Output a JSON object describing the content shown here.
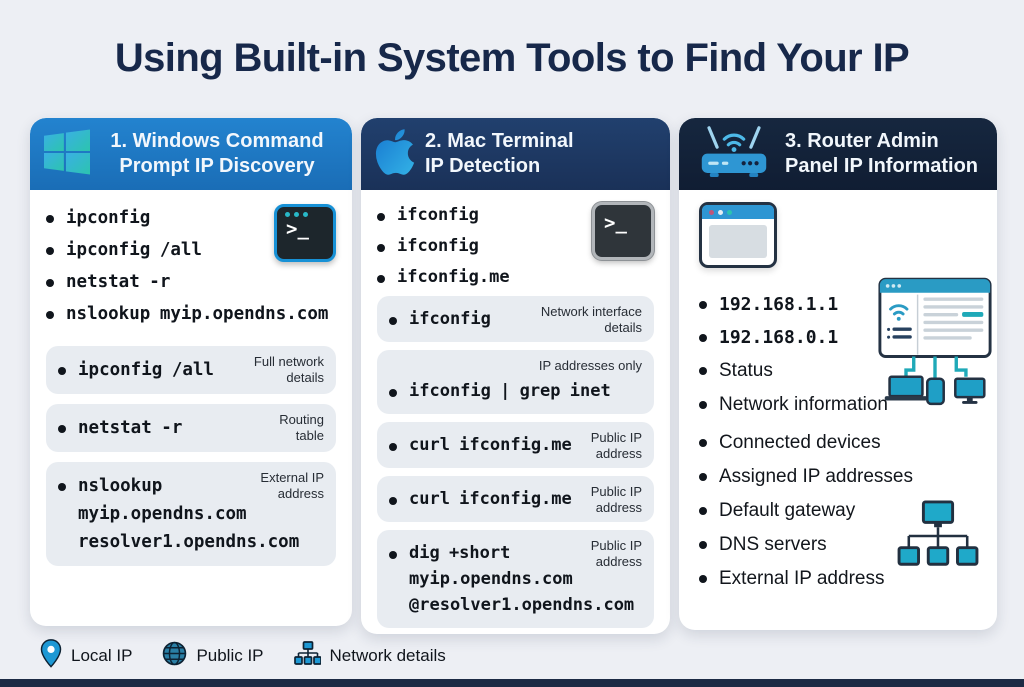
{
  "title": "Using Built-in System Tools to Find Your IP",
  "colors": {
    "page_background": "#edeff4",
    "title_color": "#17284a",
    "windows_header_blue": "#1e78c4",
    "mac_header_navy": "#1e3a66",
    "router_header_navy": "#14233f",
    "card_background": "#ffffff",
    "chip_background": "#e8ecf1",
    "accent_teal": "#1fa9c9",
    "accent_blue": "#1d98d4",
    "footer_bar_navy": "#1c2a44"
  },
  "windows": {
    "header_line1": "1. Windows Command",
    "header_line2": "Prompt IP Discovery",
    "terminal_glyph": ">_",
    "bullets": [
      "ipconfig",
      "ipconfig /all",
      "netstat -r",
      "nslookup myip.opendns.com"
    ],
    "chips": [
      {
        "command": "ipconfig /all",
        "label": "Full network details"
      },
      {
        "command": "netstat -r",
        "label": "Routing table"
      },
      {
        "command": "nslookup myip.opendns.com resolver1.opendns.com",
        "label": "External IP address"
      }
    ]
  },
  "mac": {
    "header_line1": "2. Mac Terminal",
    "header_line2": "IP Detection",
    "terminal_glyph": ">_",
    "bullets": [
      "ifconfig",
      "ifconfig",
      "ifconfig.me"
    ],
    "chips": [
      {
        "command": "ifconfig",
        "label": "Network interface details"
      },
      {
        "command": "ifconfig | grep inet",
        "label": "IP addresses only"
      },
      {
        "command": "curl ifconfig.me",
        "label": "Public IP address"
      },
      {
        "command": "curl ifconfig.me",
        "label": "Public IP address"
      },
      {
        "command": "dig +short myip.opendns.com @resolver1.opendns.com",
        "label": "Public IP address"
      }
    ]
  },
  "router": {
    "header_line1": "3. Router Admin",
    "header_line2": "Panel IP Information",
    "ip_bullets": [
      "192.168.1.1",
      "192.168.0.1"
    ],
    "info_bullets": [
      "Status",
      "Network information",
      "Connected devices",
      "Assigned IP addresses",
      "Default gateway",
      "DNS servers",
      "External IP address"
    ]
  },
  "legend": [
    {
      "icon": "location-pin-icon",
      "label": "Local IP"
    },
    {
      "icon": "globe-icon",
      "label": "Public IP"
    },
    {
      "icon": "network-tree-icon",
      "label": "Network details"
    }
  ]
}
